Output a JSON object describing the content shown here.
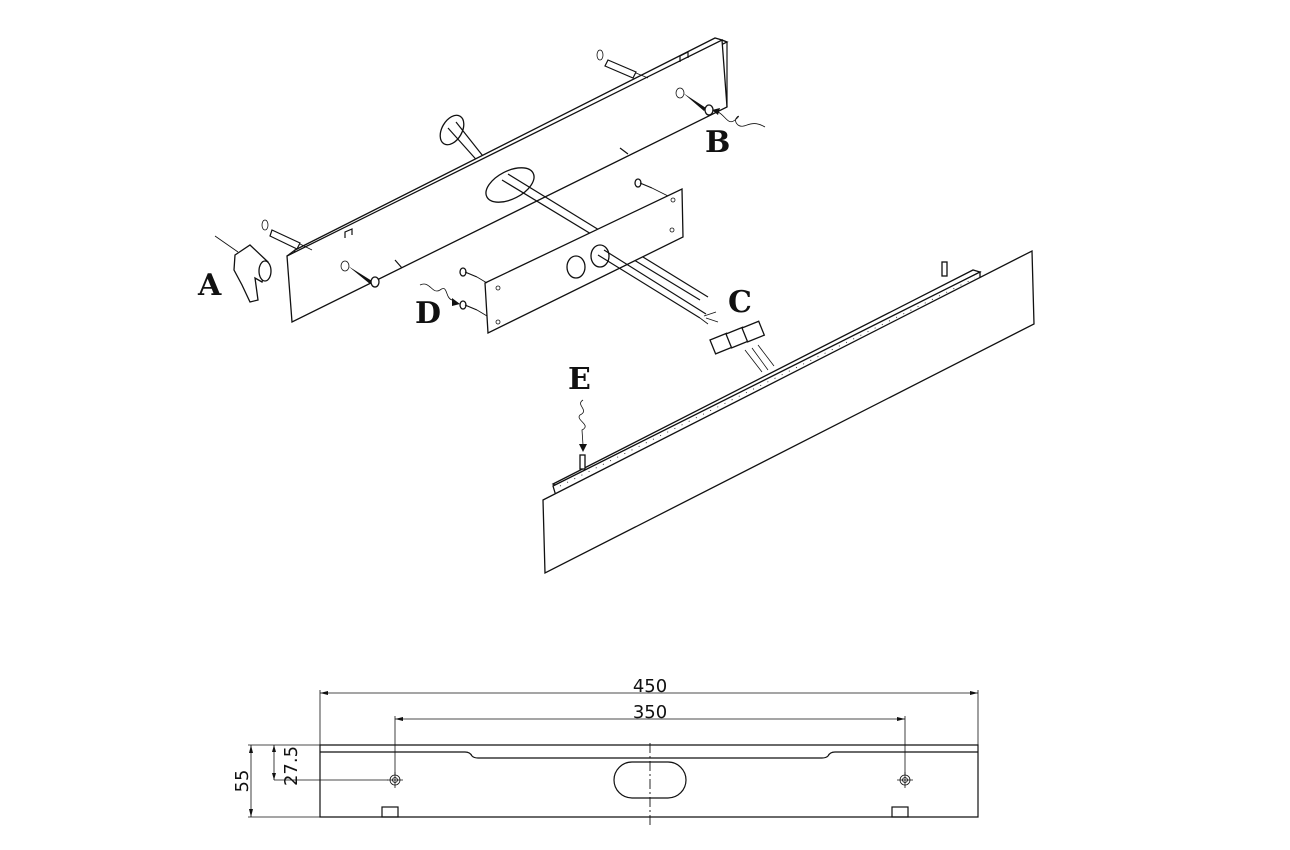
{
  "labels": {
    "A": "A",
    "B": "B",
    "C": "C",
    "D": "D",
    "E": "E"
  },
  "dimensions": {
    "overall_width": "450",
    "hole_spacing": "350",
    "height": "55",
    "hole_height": "27.5"
  },
  "colors": {
    "line": "#111111",
    "background": "#ffffff"
  }
}
